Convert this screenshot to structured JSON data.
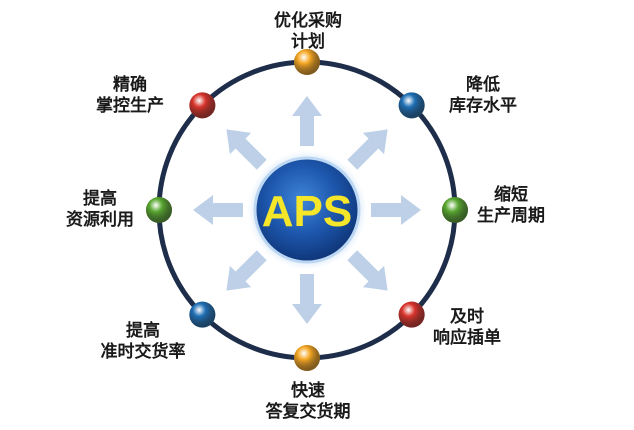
{
  "center": {
    "label": "APS",
    "color": "#f5e62a"
  },
  "colors": {
    "ring": "#1e2e4a",
    "arrow": "#b9cde6",
    "center_blue": "#1a4fa0"
  },
  "nodes": [
    {
      "id": "top",
      "line1": "优化采购",
      "line2": "计划",
      "color": "#f5a623"
    },
    {
      "id": "top-right",
      "line1": "降低",
      "line2": "库存水平",
      "color": "#1f6fb5"
    },
    {
      "id": "right",
      "line1": "缩短",
      "line2": "生产周期",
      "color": "#5aa832"
    },
    {
      "id": "bottom-right",
      "line1": "及时",
      "line2": "响应插单",
      "color": "#d8342c"
    },
    {
      "id": "bottom",
      "line1": "快速",
      "line2": "答复交货期",
      "color": "#f5a623"
    },
    {
      "id": "bottom-left",
      "line1": "提高",
      "line2": "准时交货率",
      "color": "#1f6fb5"
    },
    {
      "id": "left",
      "line1": "提高",
      "line2": "资源利用",
      "color": "#5aa832"
    },
    {
      "id": "top-left",
      "line1": "精确",
      "line2": "掌控生产",
      "color": "#d8342c"
    }
  ]
}
